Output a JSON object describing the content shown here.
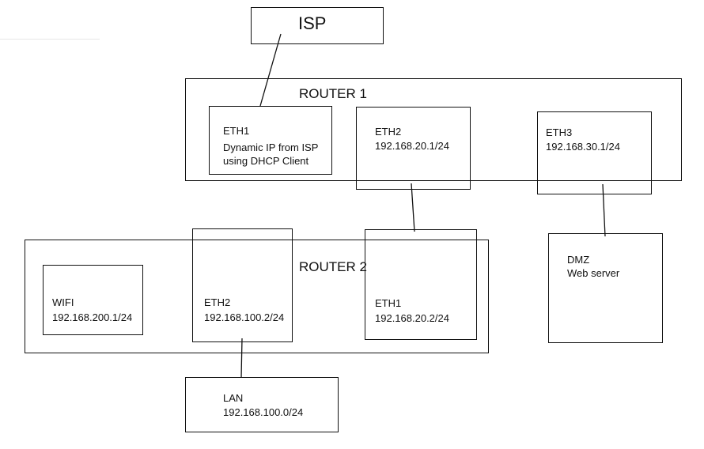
{
  "isp": {
    "label": "ISP"
  },
  "router1": {
    "label": "ROUTER 1",
    "eth1": {
      "name": "ETH1",
      "line1": "Dynamic IP from ISP",
      "line2": "using DHCP Client"
    },
    "eth2": {
      "name": "ETH2",
      "ip": "192.168.20.1/24"
    },
    "eth3": {
      "name": "ETH3",
      "ip": "192.168.30.1/24"
    }
  },
  "router2": {
    "label": "ROUTER 2",
    "wifi": {
      "name": "WIFI",
      "ip": "192.168.200.1/24"
    },
    "eth2": {
      "name": "ETH2",
      "ip": "192.168.100.2/24"
    },
    "eth1": {
      "name": "ETH1",
      "ip": "192.168.20.2/24"
    }
  },
  "dmz": {
    "line1": "DMZ",
    "line2": "Web server"
  },
  "lan": {
    "name": "LAN",
    "ip": "192.168.100.0/24"
  }
}
